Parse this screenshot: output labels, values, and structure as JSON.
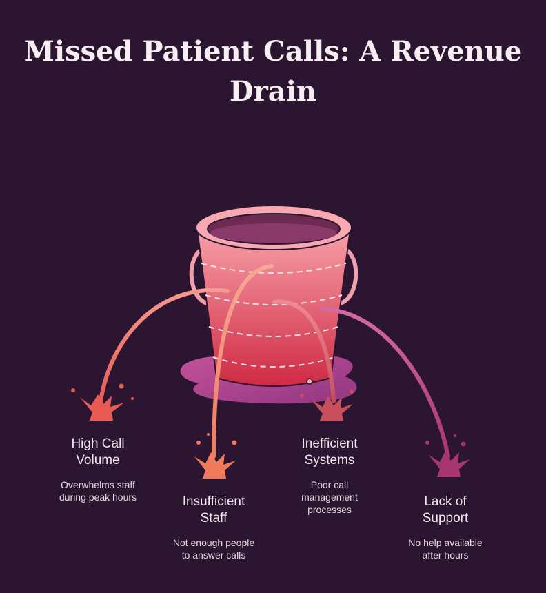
{
  "title_line1": "Missed Patient Calls: A Revenue",
  "title_line2": "Drain",
  "colors": {
    "background": "#2c1530",
    "bucket_top": "#f7a0a8",
    "bucket_bottom": "#cf2a44",
    "puddle": "#d659a6",
    "stream_coral": "#e85a52",
    "stream_orange": "#f07b5c",
    "stream_rose": "#c94e5c",
    "stream_magenta": "#a8366e"
  },
  "causes": [
    {
      "heading": "High Call\nVolume",
      "description": "Overwhelms staff\nduring peak hours"
    },
    {
      "heading": "Insufficient\nStaff",
      "description": "Not enough people\nto answer calls"
    },
    {
      "heading": "Inefficient\nSystems",
      "description": "Poor call\nmanagement\nprocesses"
    },
    {
      "heading": "Lack of\nSupport",
      "description": "No help available\nafter hours"
    }
  ]
}
